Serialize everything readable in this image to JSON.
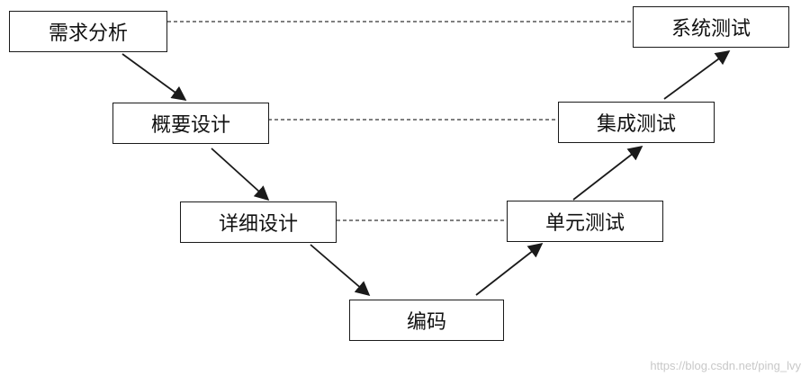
{
  "diagram": {
    "left_column": {
      "requirements": "需求分析",
      "outline_design": "概要设计",
      "detailed_design": "详细设计"
    },
    "bottom": {
      "coding": "编码"
    },
    "right_column": {
      "unit_test": "单元测试",
      "integration_test": "集成测试",
      "system_test": "系统测试"
    },
    "line_color": "#1a1a1a",
    "dash_color": "#333333"
  },
  "watermark": "https://blog.csdn.net/ping_lvy"
}
